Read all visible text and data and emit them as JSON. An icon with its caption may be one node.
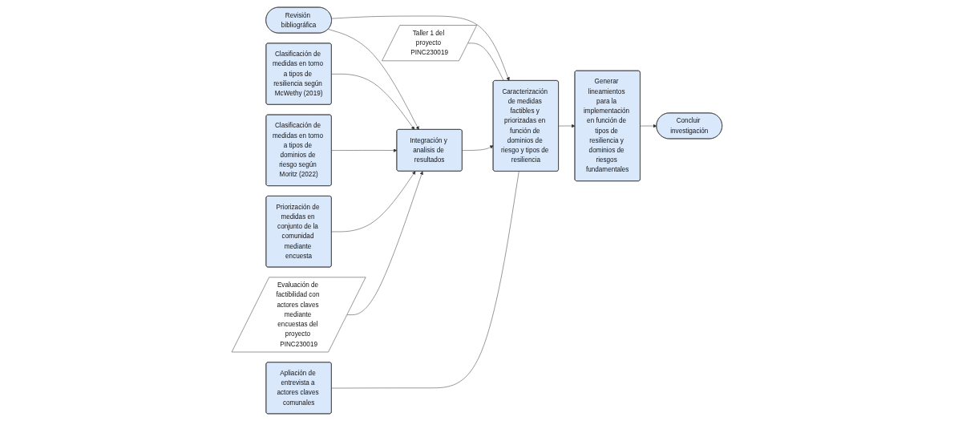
{
  "diagram": {
    "nodes": [
      {
        "text": [
          "Revisión bibliográfica"
        ]
      },
      {
        "text": [
          "Clasificación de medidas en torno a tipos de resiliencia según McWethy (2019)"
        ]
      },
      {
        "text": [
          "Clasificación de medidas en torno a tipos de dominios de riesgo según Moritz (2022)"
        ]
      },
      {
        "text": [
          "Priorización de medidas en conjunto de la comunidad mediante encuesta"
        ]
      },
      {
        "text": [
          "Evaluación de factibilidad con actores claves mediante encuestas del proyecto PINC230019"
        ]
      },
      {
        "text": [
          "Integración y analisis de resultados"
        ]
      },
      {
        "text": [
          "Taller 1 del proyecto PINC230019"
        ]
      },
      {
        "text": [
          "Caracterización de medidas factibles y priorizadas en función de dominios de riesgo y tipos de resiliencia"
        ]
      },
      {
        "text": [
          "Apliación de entrevista a actores claves comunales"
        ]
      },
      {
        "text": [
          "Generar lineamientos para la implementación en función de tipos de resiliencia y dominios de riesgos fundamentales"
        ]
      },
      {
        "text": [
          "Concluir investigación"
        ]
      }
    ],
    "edges": [
      {
        "from": 0,
        "to": 5,
        "arrow": "to"
      },
      {
        "from": 1,
        "to": 5,
        "arrow": "to"
      },
      {
        "from": 2,
        "to": 5,
        "arrow": "to"
      },
      {
        "from": 3,
        "to": 5,
        "arrow": "to"
      },
      {
        "from": 4,
        "to": 5,
        "arrow": "to"
      },
      {
        "from": 0,
        "to": 7,
        "arrow": "to"
      },
      {
        "from": 6,
        "to": 7,
        "arrow": "none"
      },
      {
        "from": 5,
        "to": 7,
        "arrow": "to"
      },
      {
        "from": 8,
        "to": 7,
        "arrow": "none"
      },
      {
        "from": 7,
        "to": 9,
        "arrow": "to"
      },
      {
        "from": 9,
        "to": 10,
        "arrow": "to"
      }
    ]
  }
}
